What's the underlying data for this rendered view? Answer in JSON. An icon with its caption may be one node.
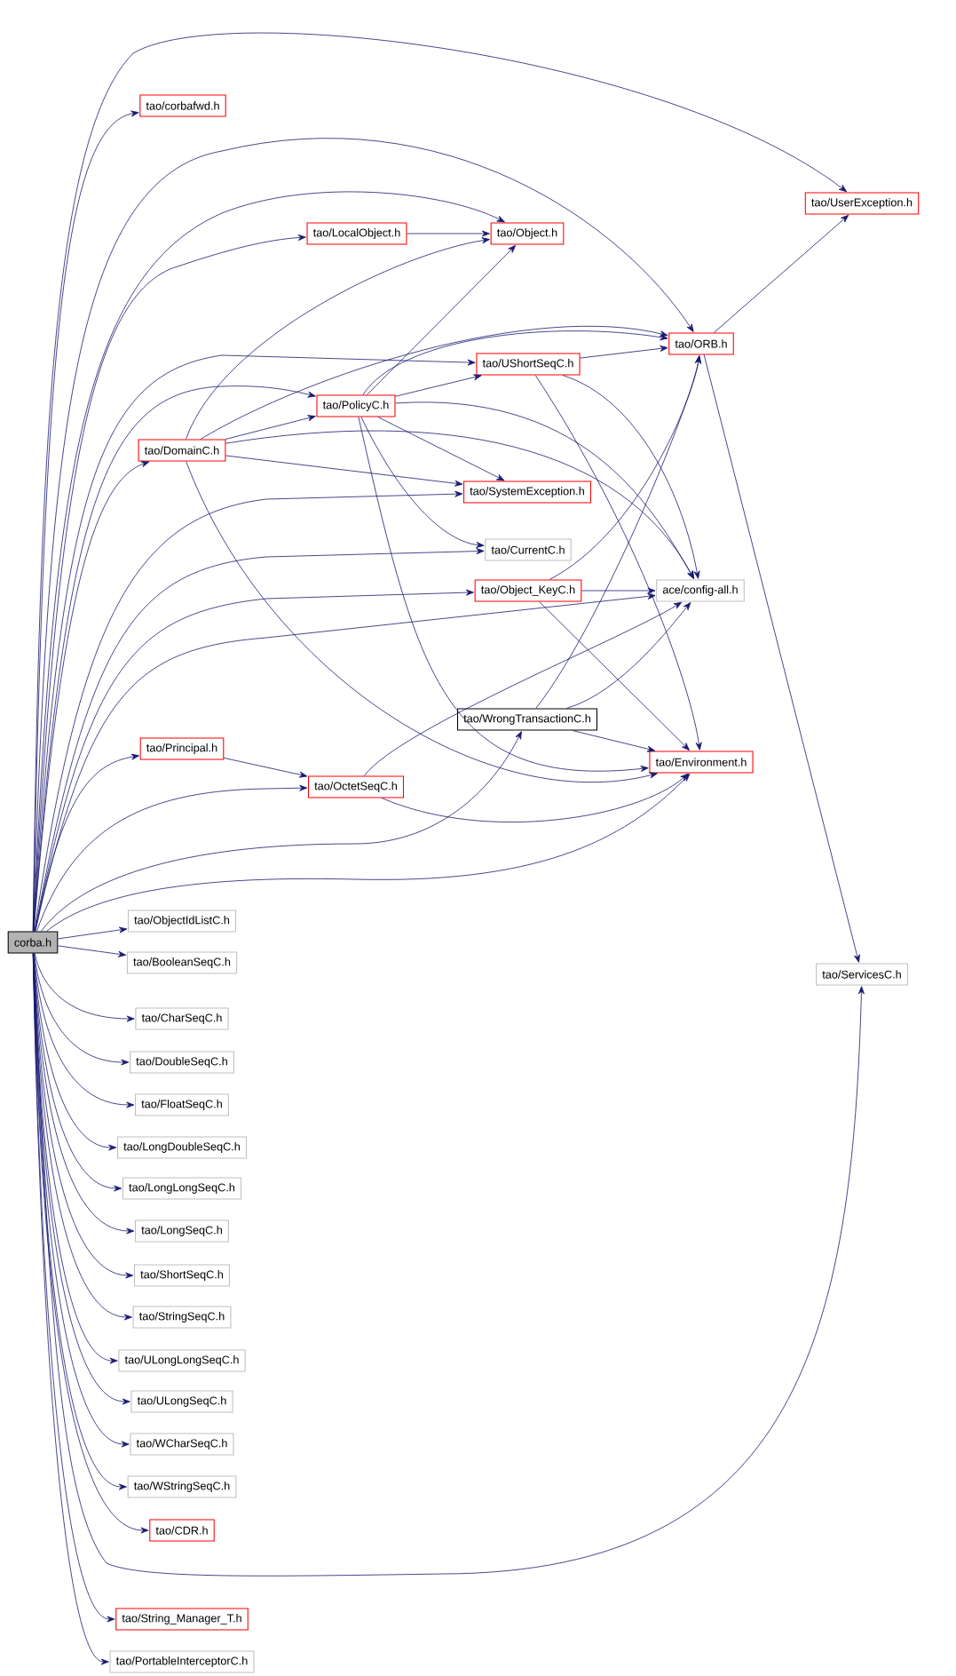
{
  "diagram": {
    "nodes": [
      {
        "text": [
          "tao/corbafwd.h"
        ]
      },
      {
        "text": [
          "tao/UserException.h"
        ]
      },
      {
        "text": [
          "tao/LocalObject.h"
        ]
      },
      {
        "text": [
          "tao/Object.h"
        ]
      },
      {
        "text": [
          "tao/ORB.h"
        ]
      },
      {
        "text": [
          "tao/UShortSeqC.h"
        ]
      },
      {
        "text": [
          "tao/PolicyC.h"
        ]
      },
      {
        "text": [
          "tao/DomainC.h"
        ]
      },
      {
        "text": [
          "tao/SystemException.h"
        ]
      },
      {
        "text": [
          "tao/CurrentC.h"
        ]
      },
      {
        "text": [
          "tao/Object_KeyC.h"
        ]
      },
      {
        "text": [
          "ace/config-all.h"
        ]
      },
      {
        "text": [
          "tao/WrongTransactionC.h"
        ]
      },
      {
        "text": [
          "tao/Principal.h"
        ]
      },
      {
        "text": [
          "tao/Environment.h"
        ]
      },
      {
        "text": [
          "tao/OctetSeqC.h"
        ]
      },
      {
        "text": [
          "tao/ObjectIdListC.h"
        ]
      },
      {
        "text": [
          "corba.h"
        ]
      },
      {
        "text": [
          "tao/BooleanSeqC.h"
        ]
      },
      {
        "text": [
          "tao/ServicesC.h"
        ]
      },
      {
        "text": [
          "tao/CharSeqC.h"
        ]
      },
      {
        "text": [
          "tao/DoubleSeqC.h"
        ]
      },
      {
        "text": [
          "tao/FloatSeqC.h"
        ]
      },
      {
        "text": [
          "tao/LongDoubleSeqC.h"
        ]
      },
      {
        "text": [
          "tao/LongLongSeqC.h"
        ]
      },
      {
        "text": [
          "tao/LongSeqC.h"
        ]
      },
      {
        "text": [
          "tao/ShortSeqC.h"
        ]
      },
      {
        "text": [
          "tao/StringSeqC.h"
        ]
      },
      {
        "text": [
          "tao/ULongLongSeqC.h"
        ]
      },
      {
        "text": [
          "tao/ULongSeqC.h"
        ]
      },
      {
        "text": [
          "tao/WCharSeqC.h"
        ]
      },
      {
        "text": [
          "tao/WStringSeqC.h"
        ]
      },
      {
        "text": [
          "tao/CDR.h"
        ]
      },
      {
        "text": [
          "tao/String_Manager_T.h"
        ]
      },
      {
        "text": [
          "tao/PortableInterceptorC.h"
        ]
      }
    ],
    "edges": [
      {
        "from": 17,
        "to": 1,
        "arrow": "to"
      },
      {
        "from": 17,
        "to": 0,
        "arrow": "to"
      },
      {
        "from": 17,
        "to": 4,
        "arrow": "to"
      },
      {
        "from": 17,
        "to": 3,
        "arrow": "to"
      },
      {
        "from": 17,
        "to": 2,
        "arrow": "to"
      },
      {
        "from": 17,
        "to": 5,
        "arrow": "to"
      },
      {
        "from": 17,
        "to": 6,
        "arrow": "to"
      },
      {
        "from": 17,
        "to": 7,
        "arrow": "to"
      },
      {
        "from": 17,
        "to": 8,
        "arrow": "to"
      },
      {
        "from": 17,
        "to": 9,
        "arrow": "to"
      },
      {
        "from": 17,
        "to": 10,
        "arrow": "to"
      },
      {
        "from": 17,
        "to": 11,
        "arrow": "to"
      },
      {
        "from": 17,
        "to": 13,
        "arrow": "to"
      },
      {
        "from": 17,
        "to": 15,
        "arrow": "to"
      },
      {
        "from": 17,
        "to": 12,
        "arrow": "to"
      },
      {
        "from": 17,
        "to": 14,
        "arrow": "to"
      },
      {
        "from": 17,
        "to": 19,
        "arrow": "to"
      },
      {
        "from": 17,
        "to": 16,
        "arrow": "to"
      },
      {
        "from": 17,
        "to": 18,
        "arrow": "to"
      },
      {
        "from": 17,
        "to": 20,
        "arrow": "to"
      },
      {
        "from": 17,
        "to": 21,
        "arrow": "to"
      },
      {
        "from": 17,
        "to": 22,
        "arrow": "to"
      },
      {
        "from": 17,
        "to": 23,
        "arrow": "to"
      },
      {
        "from": 17,
        "to": 24,
        "arrow": "to"
      },
      {
        "from": 17,
        "to": 25,
        "arrow": "to"
      },
      {
        "from": 17,
        "to": 26,
        "arrow": "to"
      },
      {
        "from": 17,
        "to": 27,
        "arrow": "to"
      },
      {
        "from": 17,
        "to": 28,
        "arrow": "to"
      },
      {
        "from": 17,
        "to": 29,
        "arrow": "to"
      },
      {
        "from": 17,
        "to": 30,
        "arrow": "to"
      },
      {
        "from": 17,
        "to": 31,
        "arrow": "to"
      },
      {
        "from": 17,
        "to": 32,
        "arrow": "to"
      },
      {
        "from": 17,
        "to": 33,
        "arrow": "to"
      },
      {
        "from": 17,
        "to": 34,
        "arrow": "to"
      },
      {
        "from": 2,
        "to": 3,
        "arrow": "to"
      },
      {
        "from": 7,
        "to": 3,
        "arrow": "to"
      },
      {
        "from": 7,
        "to": 4,
        "arrow": "to"
      },
      {
        "from": 7,
        "to": 6,
        "arrow": "to"
      },
      {
        "from": 7,
        "to": 8,
        "arrow": "to"
      },
      {
        "from": 7,
        "to": 11,
        "arrow": "to"
      },
      {
        "from": 7,
        "to": 14,
        "arrow": "to"
      },
      {
        "from": 6,
        "to": 3,
        "arrow": "to"
      },
      {
        "from": 6,
        "to": 4,
        "arrow": "to"
      },
      {
        "from": 6,
        "to": 5,
        "arrow": "to"
      },
      {
        "from": 6,
        "to": 8,
        "arrow": "to"
      },
      {
        "from": 6,
        "to": 9,
        "arrow": "to"
      },
      {
        "from": 6,
        "to": 11,
        "arrow": "to"
      },
      {
        "from": 6,
        "to": 14,
        "arrow": "to"
      },
      {
        "from": 5,
        "to": 4,
        "arrow": "to"
      },
      {
        "from": 5,
        "to": 11,
        "arrow": "to"
      },
      {
        "from": 5,
        "to": 14,
        "arrow": "to"
      },
      {
        "from": 4,
        "to": 1,
        "arrow": "to"
      },
      {
        "from": 4,
        "to": 19,
        "arrow": "to"
      },
      {
        "from": 10,
        "to": 11,
        "arrow": "to"
      },
      {
        "from": 10,
        "to": 4,
        "arrow": "to"
      },
      {
        "from": 10,
        "to": 14,
        "arrow": "to"
      },
      {
        "from": 12,
        "to": 4,
        "arrow": "to"
      },
      {
        "from": 12,
        "to": 11,
        "arrow": "to"
      },
      {
        "from": 12,
        "to": 14,
        "arrow": "to"
      },
      {
        "from": 13,
        "to": 15,
        "arrow": "to"
      },
      {
        "from": 15,
        "to": 11,
        "arrow": "to"
      },
      {
        "from": 15,
        "to": 14,
        "arrow": "to"
      }
    ]
  }
}
